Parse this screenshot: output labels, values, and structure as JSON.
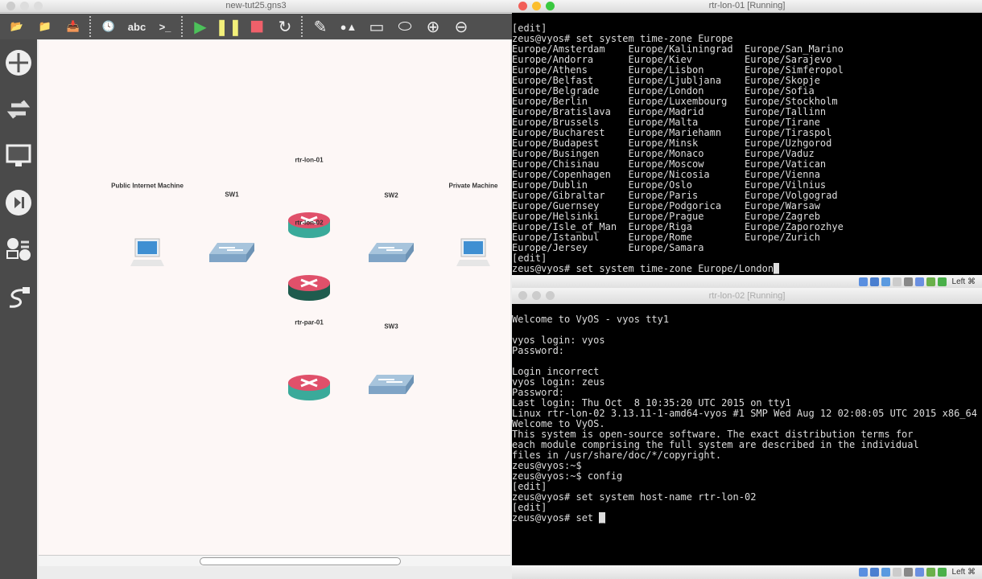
{
  "gns3": {
    "window_title": "new-tut25.gns3",
    "toolbar": [
      {
        "name": "new-project-icon",
        "glyph": "📂"
      },
      {
        "name": "open-project-icon",
        "glyph": "📁"
      },
      {
        "name": "save-project-icon",
        "glyph": "📥"
      },
      {
        "name": "snapshot-clock-icon",
        "glyph": "🕓"
      },
      {
        "name": "show-interface-labels-icon",
        "glyph": "abc"
      },
      {
        "name": "console-icon",
        "glyph": ">_"
      },
      {
        "name": "start-all-icon",
        "glyph": "▶"
      },
      {
        "name": "suspend-all-icon",
        "glyph": "❚❚"
      },
      {
        "name": "stop-all-icon",
        "glyph": "■"
      },
      {
        "name": "reload-all-icon",
        "glyph": "↻"
      },
      {
        "name": "add-note-icon",
        "glyph": "✎"
      },
      {
        "name": "insert-picture-icon",
        "glyph": "●▲"
      },
      {
        "name": "draw-rectangle-icon",
        "glyph": "▭"
      },
      {
        "name": "draw-ellipse-icon",
        "glyph": "⬭"
      },
      {
        "name": "zoom-in-icon",
        "glyph": "⊕"
      },
      {
        "name": "zoom-out-icon",
        "glyph": "⊖"
      }
    ],
    "sidebar": [
      "routers",
      "switches",
      "end-devices",
      "security-devices",
      "all-devices",
      "add-link"
    ],
    "nodes": [
      {
        "id": "pc1",
        "type": "pc",
        "label": "Public Internet Machine"
      },
      {
        "id": "sw1",
        "type": "switch",
        "label": "SW1"
      },
      {
        "id": "r1",
        "type": "router",
        "label": "rtr-lon-01",
        "base": "#3aaa9a"
      },
      {
        "id": "r2",
        "type": "router",
        "label": "rtr-lon-02",
        "base": "#1f5c4e"
      },
      {
        "id": "sw2",
        "type": "switch",
        "label": "SW2"
      },
      {
        "id": "pc2",
        "type": "pc",
        "label": "Private Machine"
      },
      {
        "id": "r3",
        "type": "router",
        "label": "rtr-par-01",
        "base": "#3aaa9a"
      },
      {
        "id": "sw3",
        "type": "switch",
        "label": "SW3"
      }
    ]
  },
  "vm1": {
    "title": "rtr-lon-01 [Running]",
    "before": [
      "[edit]",
      "zeus@vyos# set system time-zone Europe"
    ],
    "zones": [
      [
        "Europe/Amsterdam",
        "Europe/Kaliningrad",
        "Europe/San_Marino"
      ],
      [
        "Europe/Andorra",
        "Europe/Kiev",
        "Europe/Sarajevo"
      ],
      [
        "Europe/Athens",
        "Europe/Lisbon",
        "Europe/Simferopol"
      ],
      [
        "Europe/Belfast",
        "Europe/Ljubljana",
        "Europe/Skopje"
      ],
      [
        "Europe/Belgrade",
        "Europe/London",
        "Europe/Sofia"
      ],
      [
        "Europe/Berlin",
        "Europe/Luxembourg",
        "Europe/Stockholm"
      ],
      [
        "Europe/Bratislava",
        "Europe/Madrid",
        "Europe/Tallinn"
      ],
      [
        "Europe/Brussels",
        "Europe/Malta",
        "Europe/Tirane"
      ],
      [
        "Europe/Bucharest",
        "Europe/Mariehamn",
        "Europe/Tiraspol"
      ],
      [
        "Europe/Budapest",
        "Europe/Minsk",
        "Europe/Uzhgorod"
      ],
      [
        "Europe/Busingen",
        "Europe/Monaco",
        "Europe/Vaduz"
      ],
      [
        "Europe/Chisinau",
        "Europe/Moscow",
        "Europe/Vatican"
      ],
      [
        "Europe/Copenhagen",
        "Europe/Nicosia",
        "Europe/Vienna"
      ],
      [
        "Europe/Dublin",
        "Europe/Oslo",
        "Europe/Vilnius"
      ],
      [
        "Europe/Gibraltar",
        "Europe/Paris",
        "Europe/Volgograd"
      ],
      [
        "Europe/Guernsey",
        "Europe/Podgorica",
        "Europe/Warsaw"
      ],
      [
        "Europe/Helsinki",
        "Europe/Prague",
        "Europe/Zagreb"
      ],
      [
        "Europe/Isle_of_Man",
        "Europe/Riga",
        "Europe/Zaporozhye"
      ],
      [
        "Europe/Istanbul",
        "Europe/Rome",
        "Europe/Zurich"
      ],
      [
        "Europe/Jersey",
        "Europe/Samara",
        ""
      ]
    ],
    "after": [
      "[edit]"
    ],
    "prompt": "zeus@vyos# set system time-zone Europe/London",
    "host_key": "Left ⌘"
  },
  "vm2": {
    "title": "rtr-lon-02 [Running]",
    "lines": [
      "Welcome to VyOS - vyos tty1",
      "",
      "vyos login: vyos",
      "Password:",
      "",
      "Login incorrect",
      "vyos login: zeus",
      "Password:",
      "Last login: Thu Oct  8 10:35:20 UTC 2015 on tty1",
      "Linux rtr-lon-02 3.13.11-1-amd64-vyos #1 SMP Wed Aug 12 02:08:05 UTC 2015 x86_64",
      "Welcome to VyOS.",
      "This system is open-source software. The exact distribution terms for",
      "each module comprising the full system are described in the individual",
      "files in /usr/share/doc/*/copyright.",
      "zeus@vyos:~$",
      "zeus@vyos:~$ config",
      "[edit]",
      "zeus@vyos# set system host-name rtr-lon-02",
      "[edit]"
    ],
    "prompt": "zeus@vyos# set ",
    "host_key": "Left ⌘"
  },
  "colors": {
    "play": "#4cc15a",
    "pause": "#f3f07a",
    "stop": "#f0606a",
    "router_top": "#e0506a"
  }
}
